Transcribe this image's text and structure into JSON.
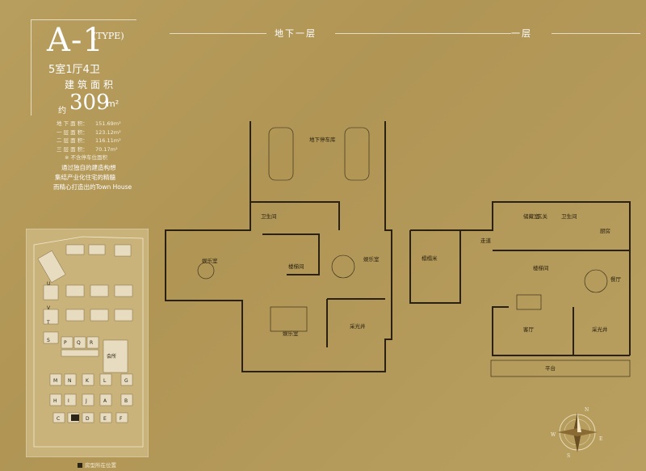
{
  "type_title": "A-1",
  "type_label": "(TYPE)",
  "rooms": "5室1厅4卫",
  "area_title": "建筑面积",
  "area_prefix": "约",
  "area_value": "309",
  "area_unit": "m²",
  "floors": [
    {
      "label": "地 下 面 积：",
      "value": "151.69m²"
    },
    {
      "label": "一 层 面 积：",
      "value": "123.12m²"
    },
    {
      "label": "二 层 面 积：",
      "value": "116.11m²"
    },
    {
      "label": "三 层 面 积：",
      "value": "70.17m²"
    }
  ],
  "note": "※ 不含停车位面积",
  "desc": [
    "通过独自的建造构想",
    "集结产业化住宅的精髓",
    "而精心打造出的Town House"
  ],
  "site_caption": "房型所在位置",
  "basement_header": "地下一层",
  "ground_header": "一层",
  "site_labels": [
    "P",
    "Q",
    "R",
    "S",
    "T",
    "会所",
    "M",
    "N",
    "K",
    "L",
    "G",
    "H",
    "I",
    "J",
    "A",
    "B",
    "C",
    "D",
    "E",
    "F",
    "U",
    "V"
  ],
  "basement_rooms": {
    "garage": "地下停车库",
    "wc": "卫生间",
    "ent1": "娱乐室",
    "ent2": "娱乐室",
    "ent3": "娱乐室",
    "stair": "楼梯间",
    "light": "采光井"
  },
  "ground_rooms": {
    "storage": "储藏室",
    "foyer": "玄关",
    "wc": "卫生间",
    "kitchen": "厨房",
    "corridor": "走道",
    "tatami": "榻榻米",
    "stair": "楼梯间",
    "dining": "餐厅",
    "living": "客厅",
    "light": "采光井",
    "terrace": "平台"
  },
  "compass": {
    "n": "N",
    "e": "E",
    "s": "S",
    "w": "W"
  }
}
